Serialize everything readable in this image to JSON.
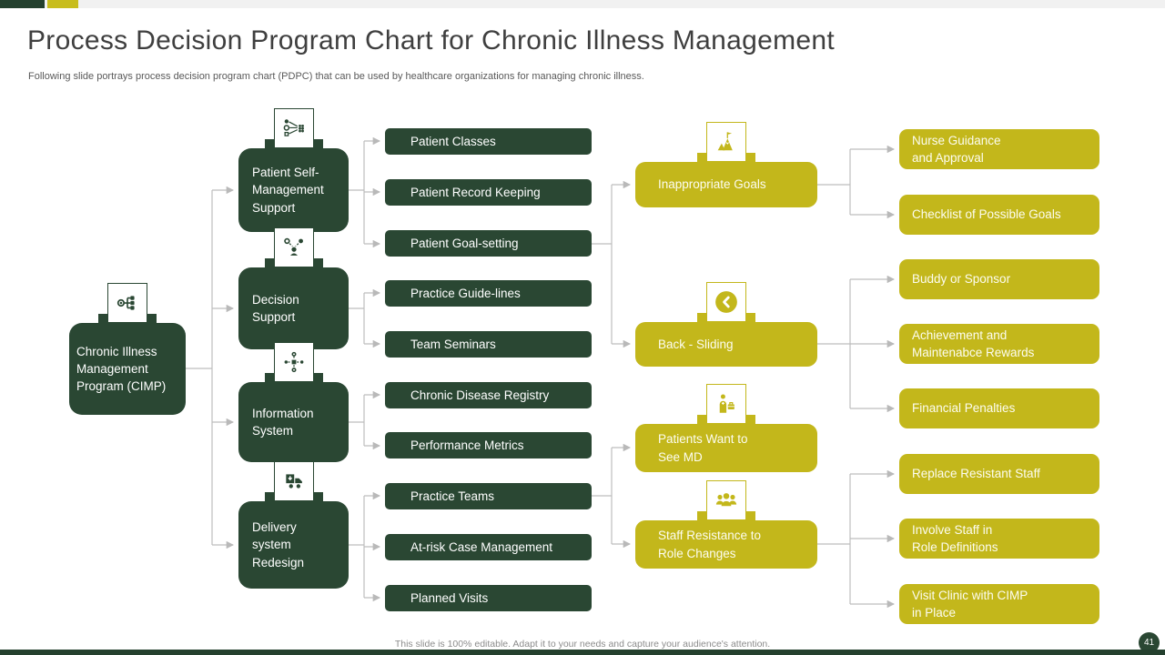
{
  "header": {
    "title": "Process Decision Program Chart for Chronic Illness Management",
    "subtitle": "Following slide portrays process decision program chart (PDPC) that can be used by healthcare organizations for managing chronic illness."
  },
  "colors": {
    "dark_green": "#2a4733",
    "accent_yellow": "#c3b71b",
    "connector_gray": "#b9b9b9"
  },
  "diagram": {
    "root": {
      "label": "Chronic Illness\nManagement\nProgram (CIMP)",
      "icon": "hierarchy-icon"
    },
    "level2": [
      {
        "label": "Patient Self-\nManagement\nSupport",
        "icon": "delegate-icon"
      },
      {
        "label": "Decision\nSupport",
        "icon": "decision-icon"
      },
      {
        "label": "Information\nSystem",
        "icon": "network-icon"
      },
      {
        "label": "Delivery\nsystem\nRedesign",
        "icon": "delivery-truck-icon"
      }
    ],
    "level3": [
      {
        "label": "Patient Classes"
      },
      {
        "label": "Patient Record Keeping"
      },
      {
        "label": "Patient Goal-setting"
      },
      {
        "label": "Practice Guide-lines"
      },
      {
        "label": "Team Seminars"
      },
      {
        "label": "Chronic Disease Registry"
      },
      {
        "label": "Performance Metrics"
      },
      {
        "label": "Practice Teams"
      },
      {
        "label": "At-risk Case Management"
      },
      {
        "label": "Planned Visits"
      }
    ],
    "level4": [
      {
        "label": "Inappropriate Goals",
        "icon": "mountain-flag-icon"
      },
      {
        "label": "Back - Sliding",
        "icon": "back-circle-icon"
      },
      {
        "label": "Patients Want to\nSee MD",
        "icon": "doctor-icon"
      },
      {
        "label": "Staff Resistance to\nRole Changes",
        "icon": "team-icon"
      }
    ],
    "level5": [
      {
        "label": "Nurse Guidance\nand Approval"
      },
      {
        "label": "Checklist of Possible Goals"
      },
      {
        "label": "Buddy or Sponsor"
      },
      {
        "label": "Achievement and\nMaintenabce Rewards"
      },
      {
        "label": "Financial Penalties"
      },
      {
        "label": "Replace Resistant Staff"
      },
      {
        "label": "Involve  Staff in\nRole Definitions"
      },
      {
        "label": "Visit Clinic with CIMP\nin Place"
      }
    ]
  },
  "footer": {
    "note": "This slide is 100% editable.  Adapt it to your needs and capture your audience's attention.",
    "page_number": "41"
  }
}
